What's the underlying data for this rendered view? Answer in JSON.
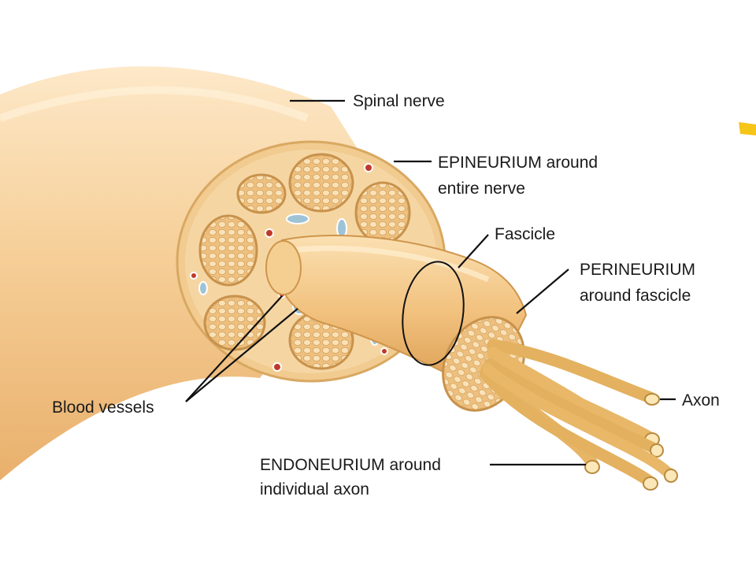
{
  "labels": {
    "spinal_nerve": "Spinal nerve",
    "epineurium_line1": "EPINEURIUM around",
    "epineurium_line2": "entire nerve",
    "fascicle": "Fascicle",
    "perineurium_line1": "PERINEURIUM",
    "perineurium_line2": "around fascicle",
    "blood_vessels": "Blood vessels",
    "axon": "Axon",
    "endoneurium_line1": "ENDONEURIUM around",
    "endoneurium_line2": "individual axon"
  },
  "colors": {
    "nerve_body": "#f3c98f",
    "nerve_highlight": "#fbe3bd",
    "cross_section": "#f0c98c",
    "fascicle_fill": "#e9b870",
    "blood_vessel_red": "#c0392b",
    "vein_blue": "#9fc3d6",
    "corner_accent": "#f5c518"
  }
}
